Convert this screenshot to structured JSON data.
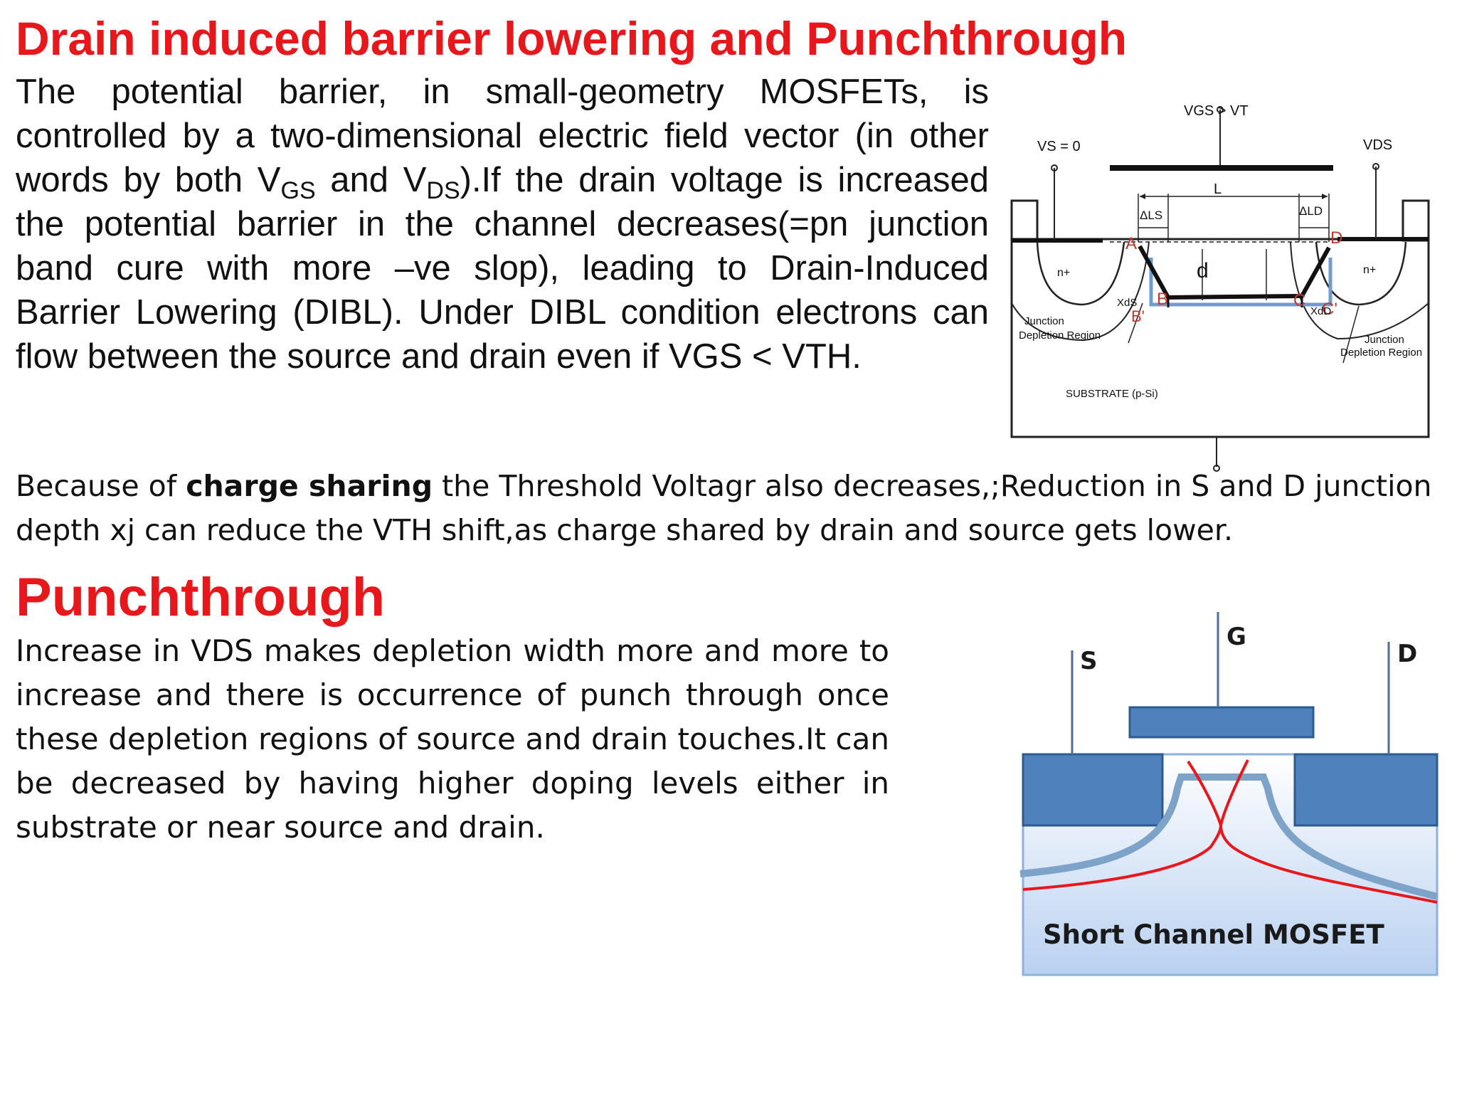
{
  "heading": "Drain induced barrier lowering and Punchthrough",
  "dibl_paragraph": {
    "part1": "The potential barrier, in small-geometry MOSFETs, is controlled by a two-dimensional electric field vector (in other words by both V",
    "sub1": "GS",
    "part2": " and V",
    "sub2": "DS",
    "part3": ").If the drain voltage is increased the potential barrier in the channel decreases(=pn junction band cure with more –ve slop), leading to Drain-Induced Barrier Lowering (DIBL). Under DIBL condition electrons can flow between the source and drain even if VGS < VTH."
  },
  "charge_paragraph": {
    "before": "Because of ",
    "bold": "charge sharing",
    "after": " the Threshold Voltagr also decreases,;Reduction in S and D junction depth xj can reduce the VTH shift,as charge shared by drain and source gets lower."
  },
  "punch_heading": "Punchthrough",
  "punch_paragraph": "Increase in VDS makes depletion width more and more to increase and there is occurrence of punch through once these depletion regions of source and drain touches.It can be decreased by having higher doping levels either in substrate or near source and drain.",
  "dibl_diagram": {
    "vgs": "VGS > VT",
    "vs": "VS = 0",
    "vds": "VDS",
    "l": "L",
    "dls": "ΔLS",
    "dld": "ΔLD",
    "d": "d",
    "n_left": "n+",
    "n_right": "n+",
    "pt_a": "A",
    "pt_b": "B",
    "pt_bp": "B'",
    "pt_c": "C",
    "pt_cp": "C'",
    "pt_d": "D",
    "xds": "XdS",
    "xdd": "XdD",
    "junction_left_1": "Junction",
    "junction_left_2": "Depletion Region",
    "junction_right_1": "Junction",
    "junction_right_2": "Depletion Region",
    "substrate": "SUBSTRATE (p-Si)"
  },
  "punch_diagram": {
    "s": "S",
    "g": "G",
    "d": "D",
    "caption": "Short Channel MOSFET"
  },
  "colors": {
    "heading": "#e8171c",
    "region_blue": "#4f81bd",
    "depletion_line": "#7ea3c9",
    "field_line": "#e8171c",
    "substrate_light": "#cfe0f6"
  }
}
